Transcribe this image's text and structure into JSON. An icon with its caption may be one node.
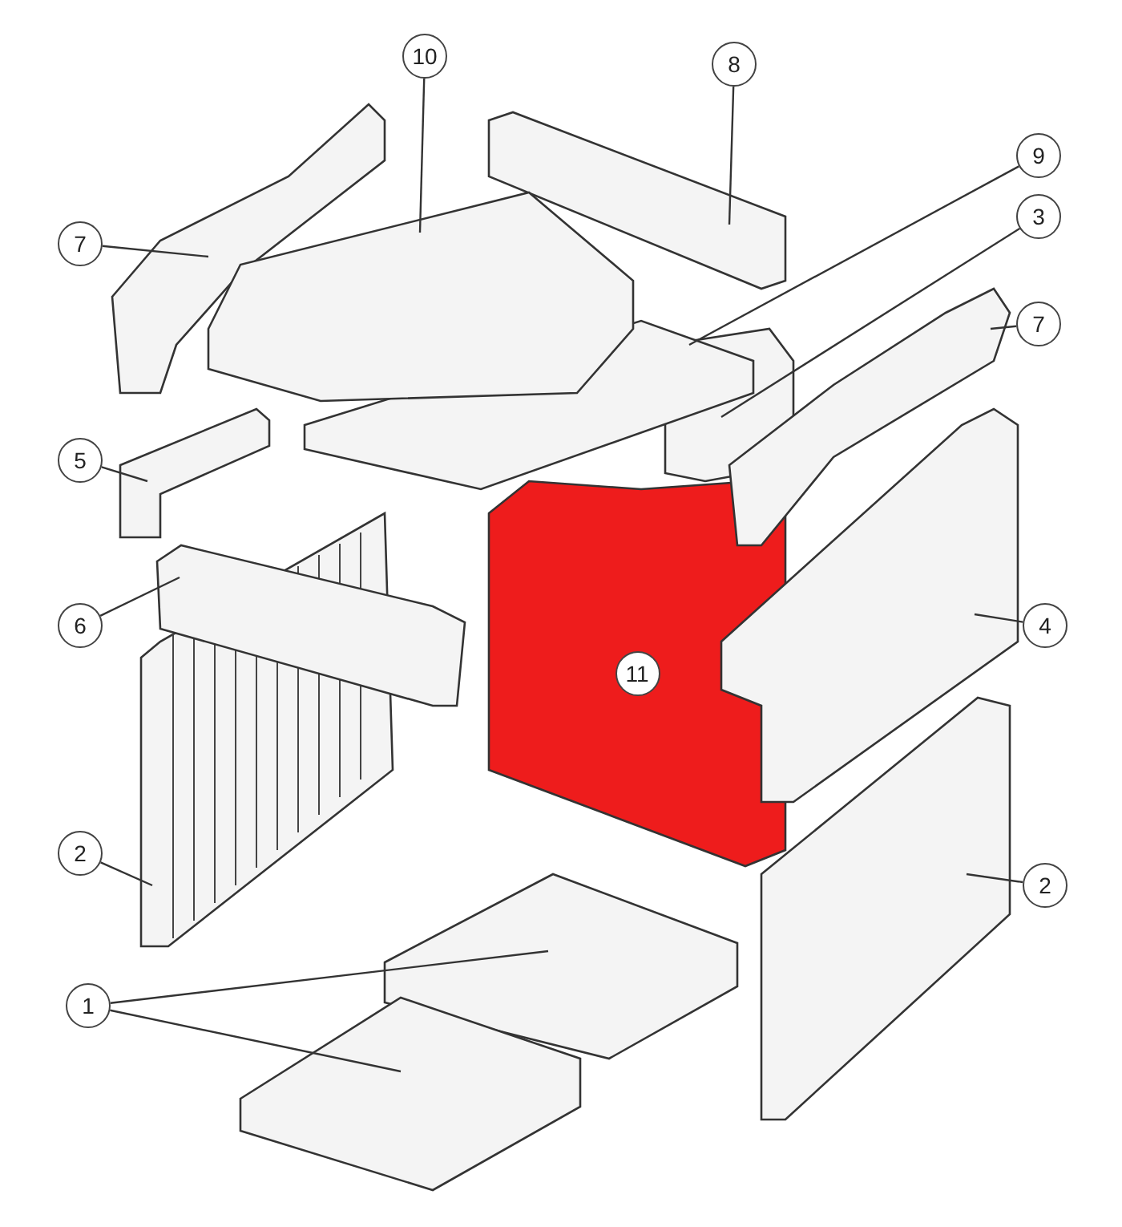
{
  "diagram": {
    "nodes": [
      {
        "text": [
          "10"
        ]
      },
      {
        "text": [
          "8"
        ]
      },
      {
        "text": [
          "9"
        ]
      },
      {
        "text": [
          "7"
        ]
      },
      {
        "text": [
          "3"
        ]
      },
      {
        "text": [
          "7"
        ]
      },
      {
        "text": [
          "5"
        ]
      },
      {
        "text": [
          "6"
        ]
      },
      {
        "text": [
          "4"
        ]
      },
      {
        "text": [
          "2"
        ]
      },
      {
        "text": [
          "2"
        ]
      },
      {
        "text": [
          "1"
        ]
      },
      {
        "text": [],
        "shape": "box"
      },
      {
        "text": [],
        "shape": "box"
      },
      {
        "text": [],
        "shape": "box"
      },
      {
        "text": [],
        "shape": "box"
      },
      {
        "text": [],
        "shape": "box"
      },
      {
        "text": [],
        "shape": "box"
      },
      {
        "text": [],
        "shape": "box"
      },
      {
        "text": [],
        "shape": "box"
      },
      {
        "text": [],
        "shape": "box"
      },
      {
        "text": [],
        "shape": "box"
      },
      {
        "text": [],
        "shape": "box"
      },
      {
        "text": [],
        "shape": "box"
      },
      {
        "text": [],
        "shape": "box"
      },
      {
        "text": [],
        "shape": "box"
      },
      {
        "text": [
          "11"
        ],
        "in": 25
      }
    ],
    "edges": [
      {
        "from": 0,
        "to": 12,
        "arrow": "none"
      },
      {
        "from": 1,
        "to": 13,
        "arrow": "none"
      },
      {
        "from": 2,
        "to": 14,
        "arrow": "none"
      },
      {
        "from": 3,
        "to": 15,
        "arrow": "none"
      },
      {
        "from": 4,
        "to": 16,
        "arrow": "none"
      },
      {
        "from": 5,
        "to": 17,
        "arrow": "none"
      },
      {
        "from": 6,
        "to": 18,
        "arrow": "none"
      },
      {
        "from": 7,
        "to": 19,
        "arrow": "none"
      },
      {
        "from": 8,
        "to": 20,
        "arrow": "none"
      },
      {
        "from": 9,
        "to": 21,
        "arrow": "none"
      },
      {
        "from": 10,
        "to": 22,
        "arrow": "none"
      },
      {
        "from": 11,
        "to": 23,
        "arrow": "none"
      },
      {
        "from": 11,
        "to": 24,
        "arrow": "none"
      }
    ]
  }
}
